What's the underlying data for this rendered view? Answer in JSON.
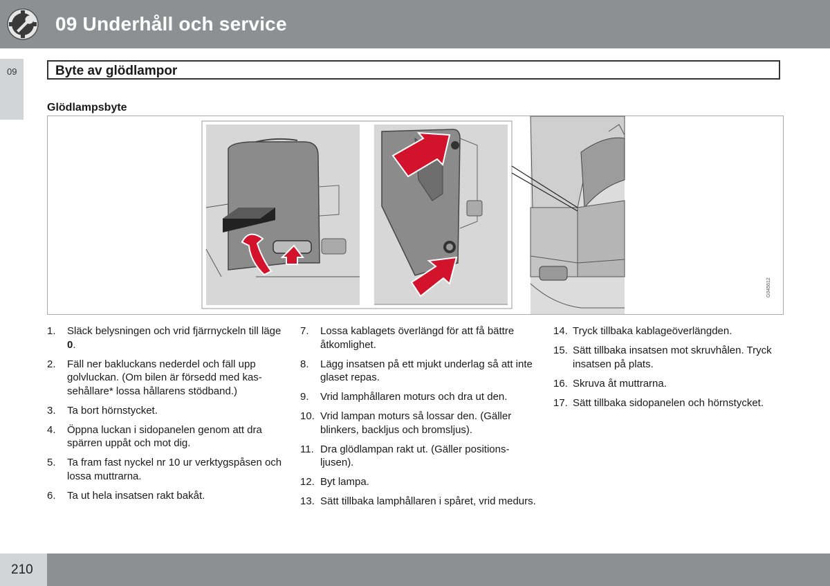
{
  "header": {
    "chapter_title": "09 Underhåll och service",
    "icon": "wrench-gear-icon"
  },
  "side_tab": {
    "label": "09"
  },
  "section": {
    "title": "Byte av glödlampor"
  },
  "subsection": {
    "title": "Glödlampsbyte"
  },
  "figure": {
    "code": "G045612"
  },
  "steps_col1": [
    {
      "num": "1.",
      "text_before": "Släck belysningen och vrid fjärrnyckeln till läge ",
      "bold": "0",
      "text_after": "."
    },
    {
      "num": "2.",
      "text": "Fäll ner bakluckans nederdel och fäll upp golvluckan. (Om bilen är försedd med kas- sehållare* lossa hållarens stödband.)"
    },
    {
      "num": "3.",
      "text": "Ta bort hörnstycket."
    },
    {
      "num": "4.",
      "text": "Öppna luckan i sidopanelen genom att dra spärren uppåt och mot dig."
    },
    {
      "num": "5.",
      "text": "Ta fram fast nyckel nr 10 ur verktygspåsen och lossa muttrarna."
    },
    {
      "num": "6.",
      "text": "Ta ut hela insatsen rakt bakåt."
    }
  ],
  "steps_col2": [
    {
      "num": "7.",
      "text": "Lossa kablagets överlängd för att få bättre åtkomlighet."
    },
    {
      "num": "8.",
      "text": "Lägg insatsen på ett mjukt underlag så att inte glaset repas."
    },
    {
      "num": "9.",
      "text": "Vrid lamphållaren moturs och dra ut den."
    },
    {
      "num": "10.",
      "text": "Vrid lampan moturs så lossar den. (Gäller blinkers, backljus och bromsljus)."
    },
    {
      "num": "11.",
      "text": "Dra glödlampan rakt ut. (Gäller positions- ljusen)."
    },
    {
      "num": "12.",
      "text": "Byt lampa."
    },
    {
      "num": "13.",
      "text": "Sätt tillbaka lamphållaren i spåret, vrid medurs."
    }
  ],
  "steps_col3": [
    {
      "num": "14.",
      "text": "Tryck tillbaka kablageöverlängden."
    },
    {
      "num": "15.",
      "text": "Sätt tillbaka insatsen mot skruvhålen. Tryck insatsen på plats."
    },
    {
      "num": "16.",
      "text": "Skruva åt muttrarna."
    },
    {
      "num": "17.",
      "text": "Sätt tillbaka sidopanelen och hörnstycket."
    }
  ],
  "footer": {
    "page_number": "210"
  },
  "colors": {
    "header_gray": "#8e8f91",
    "tab_gray": "#d3d4d5",
    "arrow_red": "#d3122b"
  }
}
